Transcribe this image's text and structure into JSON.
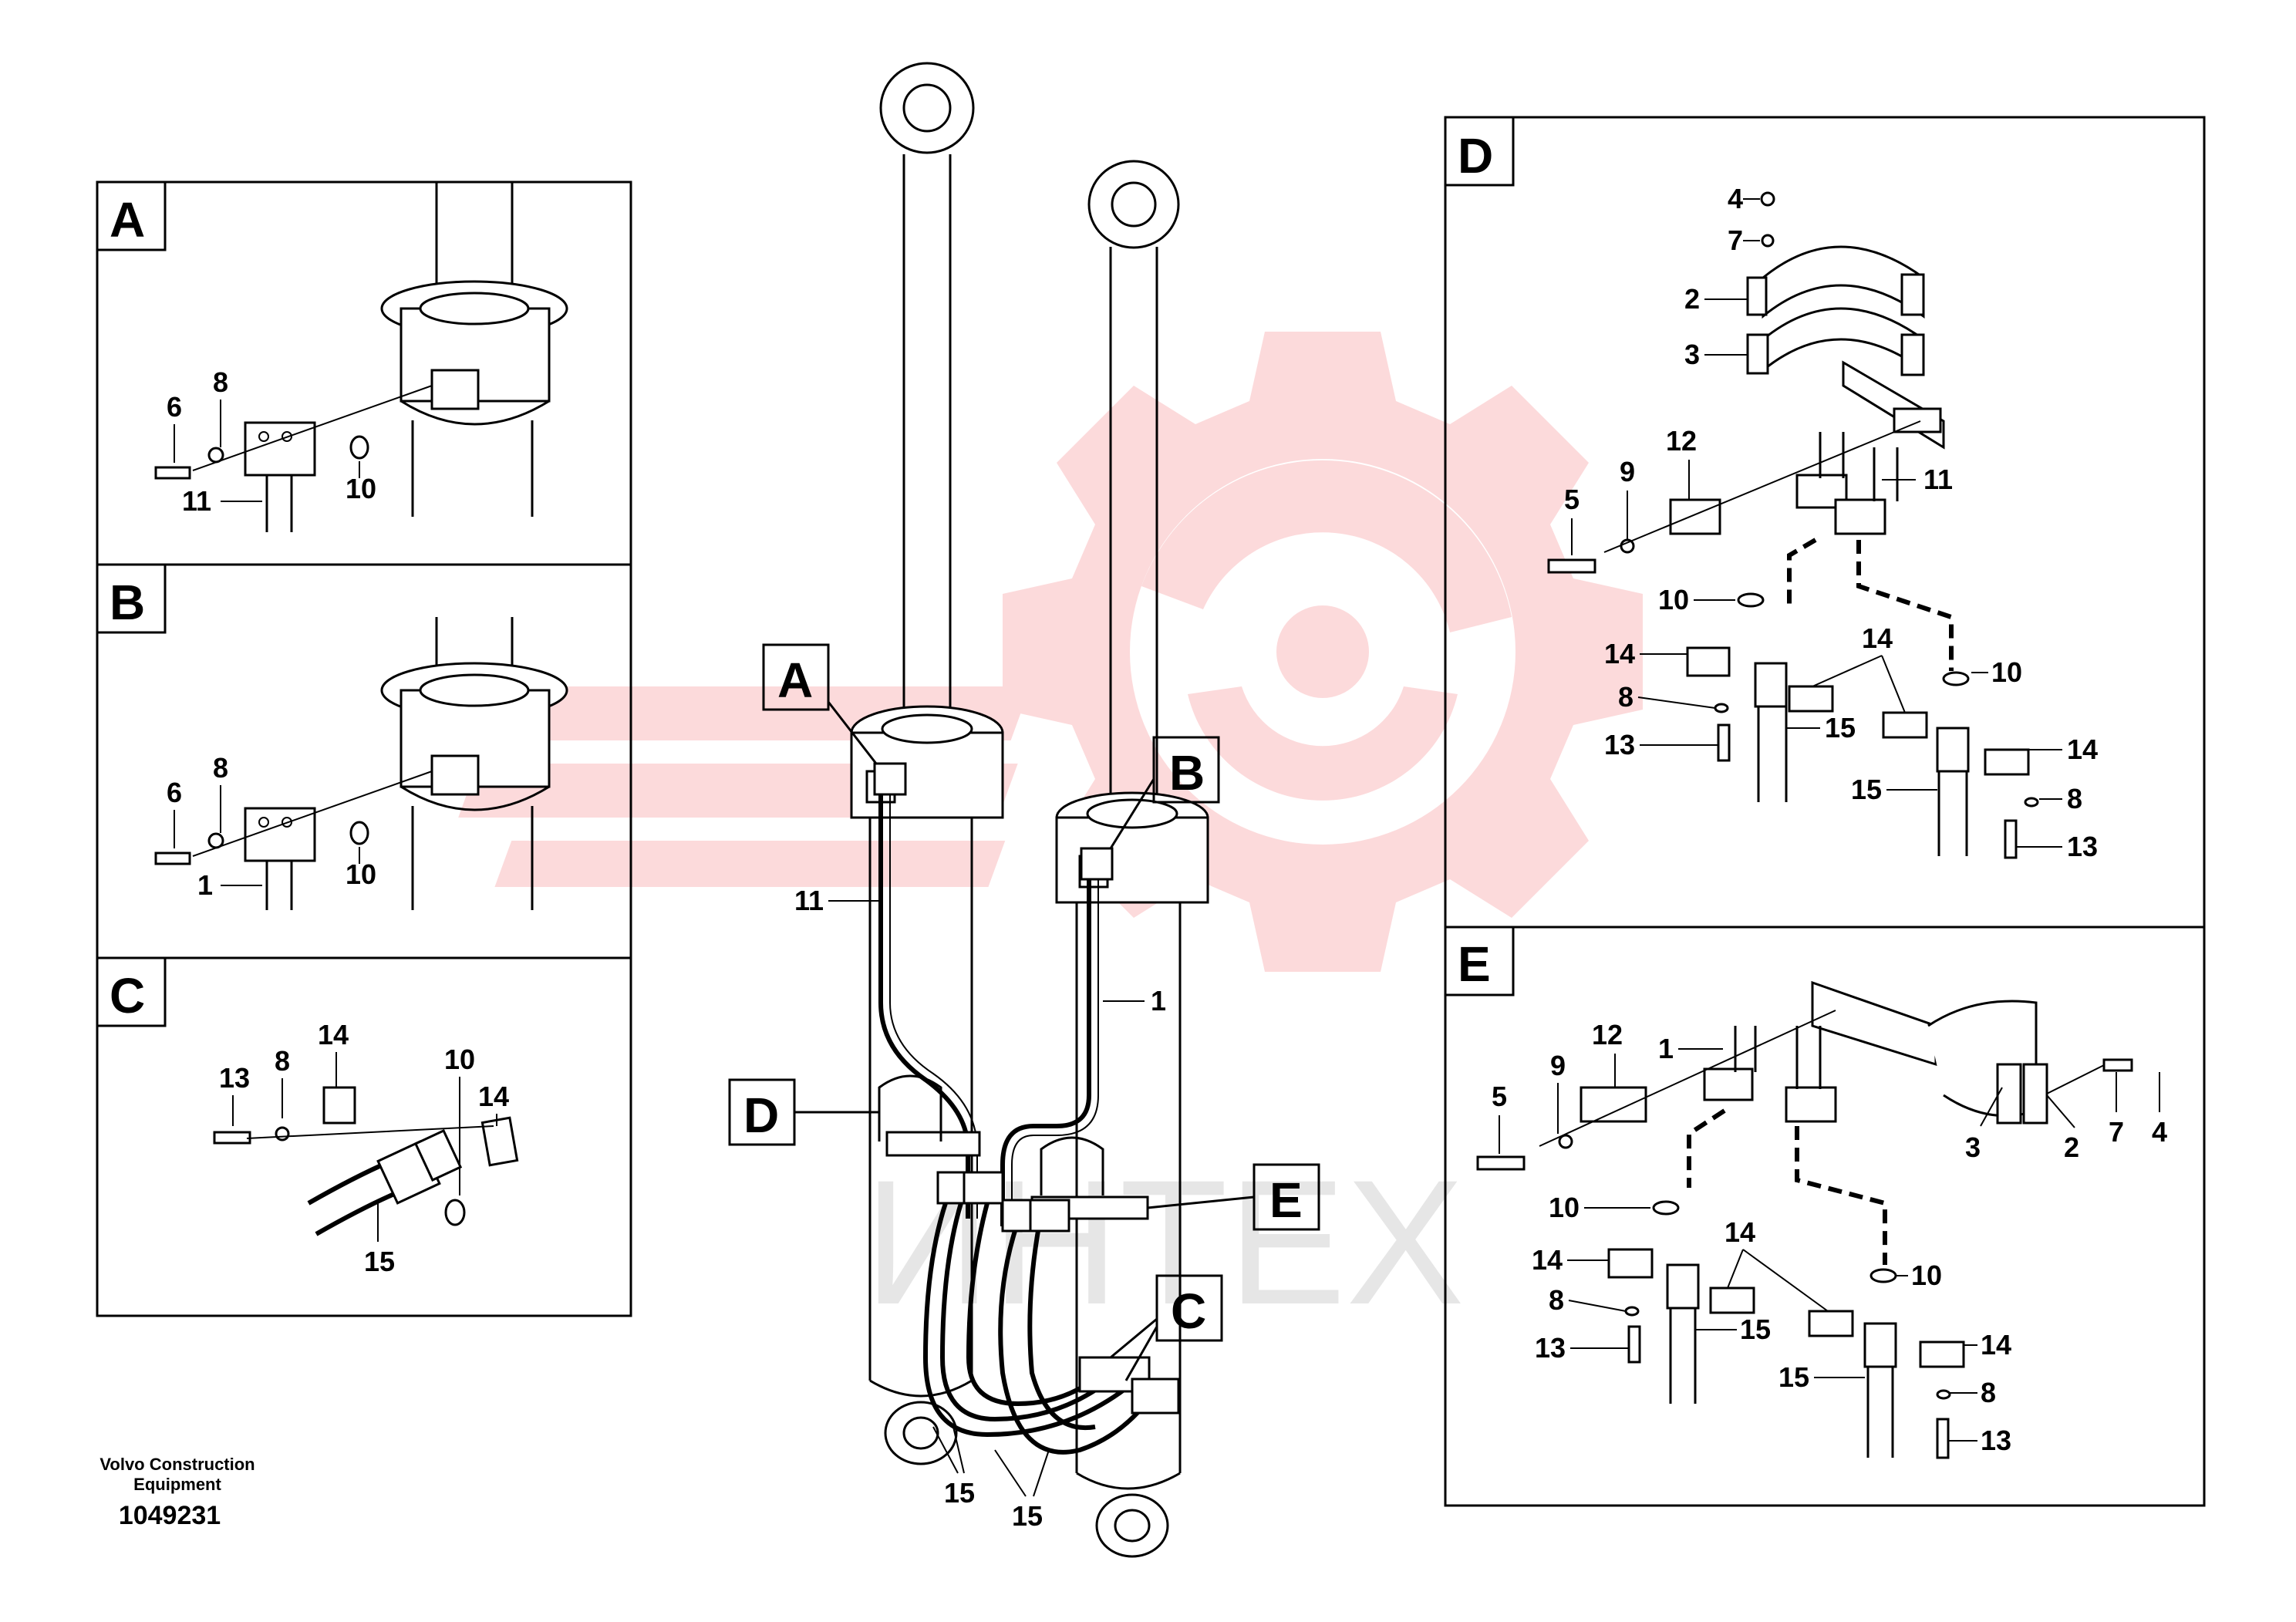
{
  "watermark": {
    "text": "ИНТЕХ",
    "gear_color": "#e8141c",
    "text_color": "#e6e6e6"
  },
  "footer": {
    "line1": "Volvo Construction",
    "line2": "Equipment",
    "number": "1049231"
  },
  "panels": {
    "A": {
      "letter": "A",
      "labels": {
        "l6": "6",
        "l8": "8",
        "l10": "10",
        "l11": "11"
      }
    },
    "B": {
      "letter": "B",
      "labels": {
        "l6": "6",
        "l8": "8",
        "l10": "10",
        "l1": "1"
      }
    },
    "C": {
      "letter": "C",
      "labels": {
        "l13": "13",
        "l8": "8",
        "l14a": "14",
        "l10": "10",
        "l14b": "14",
        "l15": "15"
      }
    },
    "D": {
      "letter": "D",
      "labels": {
        "l4": "4",
        "l7": "7",
        "l2": "2",
        "l3": "3",
        "l12": "12",
        "l11": "11",
        "l5": "5",
        "l9": "9",
        "l10a": "10",
        "l14a": "14",
        "l8a": "8",
        "l13a": "13",
        "l14b": "14",
        "l15a": "15",
        "l10b": "10",
        "l14c": "14",
        "l15b": "15",
        "l8b": "8",
        "l13b": "13"
      }
    },
    "E": {
      "letter": "E",
      "labels": {
        "l12": "12",
        "l9": "9",
        "l1": "1",
        "l5": "5",
        "l3": "3",
        "l2": "2",
        "l7": "7",
        "l4": "4",
        "l10a": "10",
        "l14a": "14",
        "l14b": "14",
        "l10b": "10",
        "l8a": "8",
        "l15a": "15",
        "l13a": "13",
        "l14c": "14",
        "l15b": "15",
        "l8b": "8",
        "l13b": "13"
      }
    }
  },
  "main": {
    "callouts": {
      "A": "A",
      "B": "B",
      "C": "C",
      "D": "D",
      "E": "E"
    },
    "labels": {
      "l11": "11",
      "l1": "1",
      "l15a": "15",
      "l15b": "15"
    }
  }
}
